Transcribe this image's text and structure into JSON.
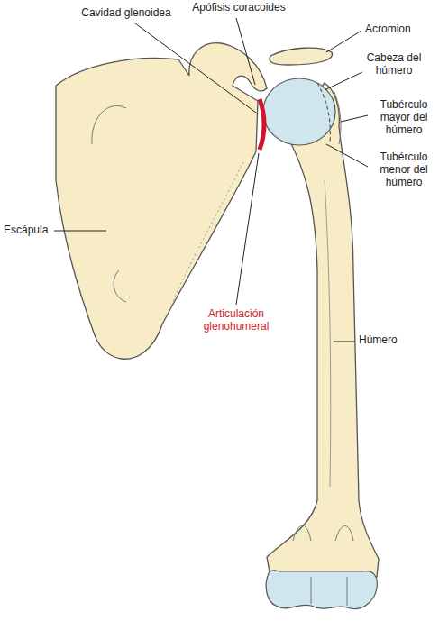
{
  "diagram": {
    "labels": [
      "Cavidad glenoidea",
      "Apófisis coracoides",
      "Acromion",
      "Cabeza del húmero",
      "Tubérculo mayor del húmero",
      "Tubérculo menor del húmero",
      "Escápula",
      "Articulación glenohumeral",
      "Húmero"
    ]
  }
}
